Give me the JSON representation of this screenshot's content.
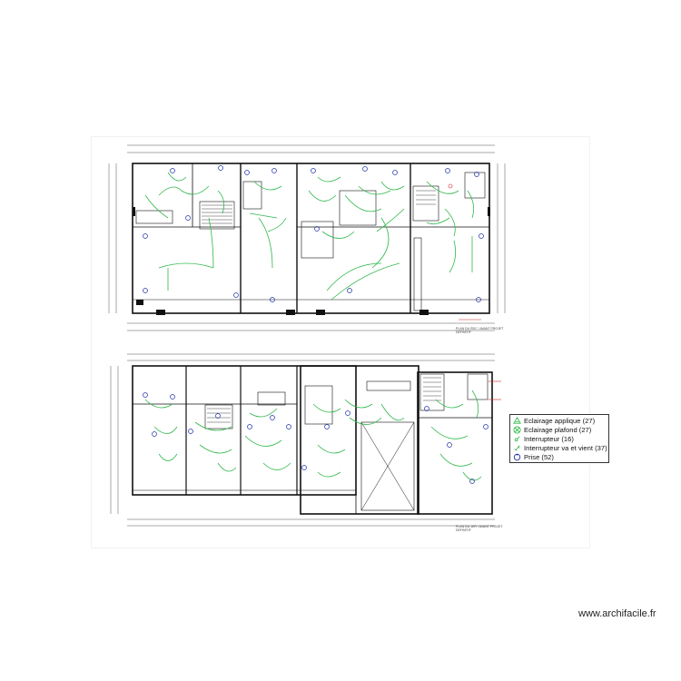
{
  "legend": {
    "items": [
      {
        "label": "Eclairage applique (27)",
        "icon": "applique-light-icon"
      },
      {
        "label": "Eclairage plafond (27)",
        "icon": "ceiling-light-icon"
      },
      {
        "label": "Interrupteur (16)",
        "icon": "switch-icon"
      },
      {
        "label": "Interrupteur va et vient (37)",
        "icon": "two-way-switch-icon"
      },
      {
        "label": "Prise (52)",
        "icon": "socket-icon"
      }
    ]
  },
  "plan_titles": {
    "top": "PLAN DU RDC / AVANT PROJET DEFINITIF",
    "bottom": "PLAN DU 1ER / AVANT PROJET DEFINITIF"
  },
  "watermark": "www.archifacile.fr",
  "colors": {
    "wiring": "#2fb84a",
    "symbols": "#2233aa",
    "walls": "#111111",
    "accent_red": "#cc2222"
  }
}
